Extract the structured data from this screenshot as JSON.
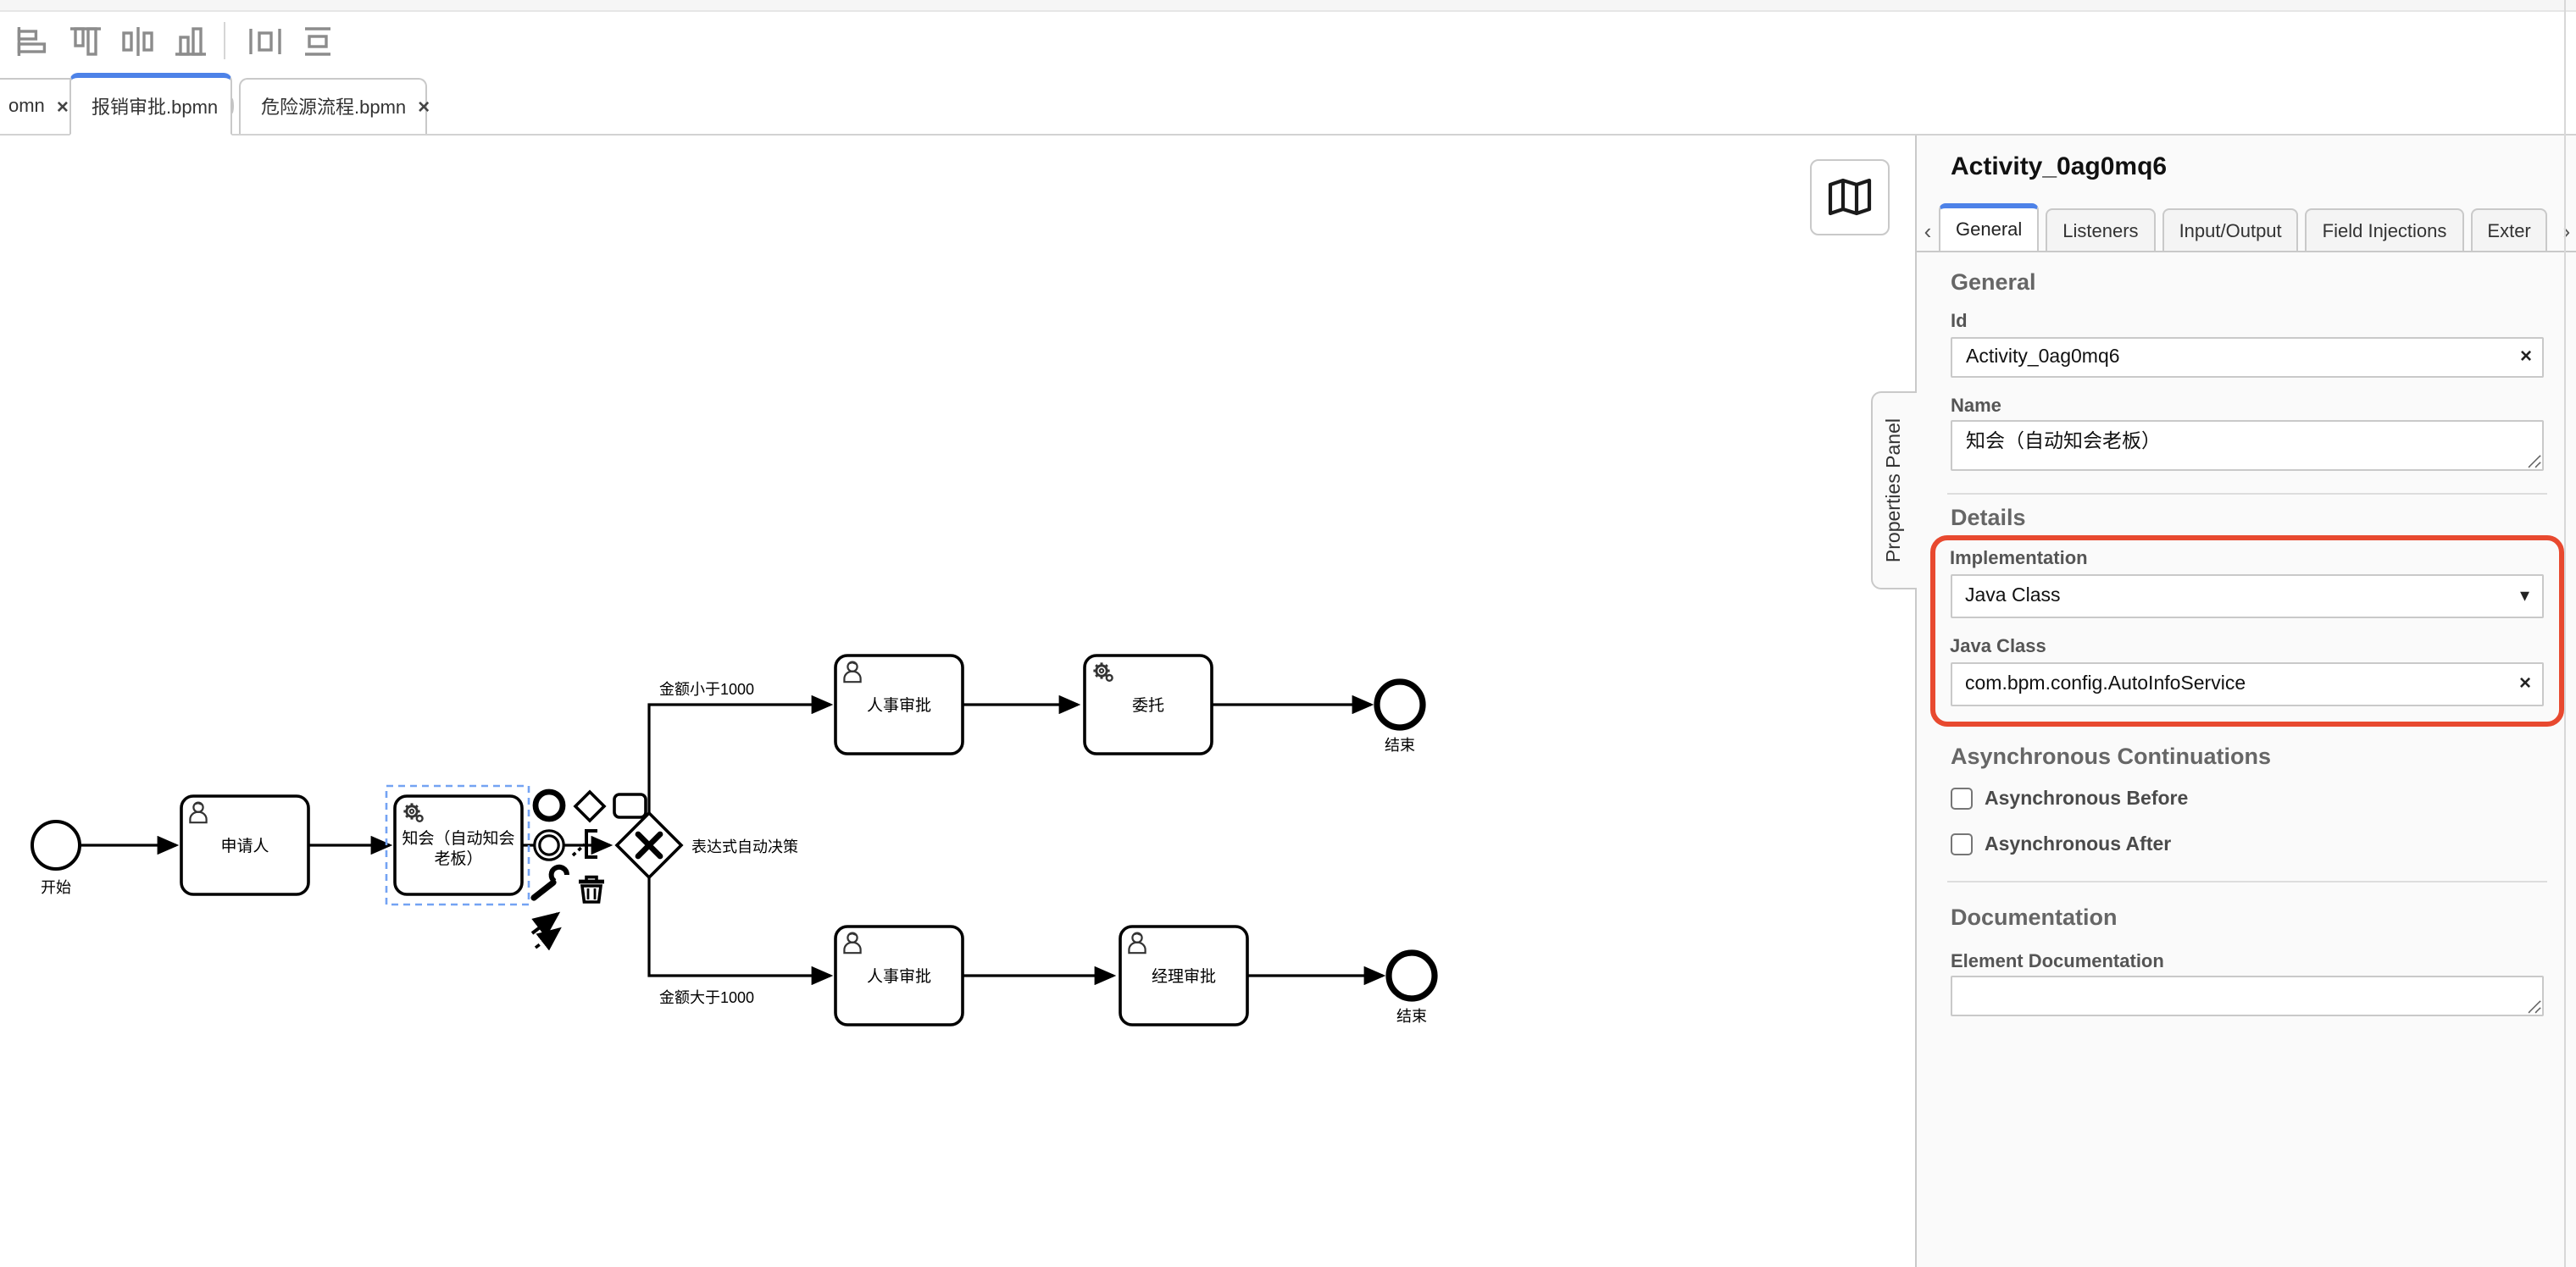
{
  "toolbar": {
    "icons": [
      "align-left",
      "align-top",
      "align-center-horizontal",
      "align-bottom",
      "distribute-horizontal",
      "distribute-vertical"
    ]
  },
  "tab_bar": {
    "tabs": [
      {
        "label": "omn",
        "close": "×"
      },
      {
        "label": "报销审批.bpmn",
        "dirty": true,
        "active": true
      },
      {
        "label": "危险源流程.bpmn",
        "close": "×"
      }
    ]
  },
  "canvas": {
    "nodes": {
      "start": {
        "label": "开始"
      },
      "applicant": {
        "label": "申请人"
      },
      "notify": {
        "line1": "知会（自动知会",
        "line2": "老板）"
      },
      "gateway": {
        "label": "表达式自动决策",
        "marker": "X"
      },
      "hr_top": {
        "label": "人事审批"
      },
      "delegate": {
        "label": "委托"
      },
      "end_top": {
        "label": "结束"
      },
      "hr_bottom": {
        "label": "人事审批"
      },
      "manager": {
        "label": "经理审批"
      },
      "end_bottom": {
        "label": "结束"
      }
    },
    "flow_labels": {
      "less_than": "金额小于1000",
      "greater_than": "金额大于1000"
    },
    "context_pad": [
      "append-end-event",
      "append-gateway",
      "append-task",
      "append-intermediate-event",
      "append-text-annotation",
      "change-type-wrench",
      "delete-trash",
      "connect-tool"
    ]
  },
  "properties_panel": {
    "collapse_tab": "Properties Panel",
    "title": "Activity_0ag0mq6",
    "nav": {
      "left_arrow": "‹",
      "right_arrow": "›",
      "tabs": [
        "General",
        "Listeners",
        "Input/Output",
        "Field Injections",
        "Exter"
      ],
      "active": "General"
    },
    "general": {
      "heading": "General",
      "id_label": "Id",
      "id_value": "Activity_0ag0mq6",
      "clear": "×",
      "name_label": "Name",
      "name_value": "知会（自动知会老板）"
    },
    "details": {
      "heading": "Details",
      "implementation_label": "Implementation",
      "implementation_value": "Java Class",
      "chevron": "▾",
      "java_class_label": "Java Class",
      "java_class_value": "com.bpm.config.AutoInfoService",
      "clear": "×"
    },
    "async": {
      "heading": "Asynchronous Continuations",
      "before_label": "Asynchronous Before",
      "after_label": "Asynchronous After"
    },
    "documentation": {
      "heading": "Documentation",
      "element_label": "Element Documentation",
      "value": ""
    }
  },
  "colors": {
    "accent_blue": "#4d82e8",
    "selection_blue": "#74a3f3",
    "highlight_red": "#e8492f"
  }
}
